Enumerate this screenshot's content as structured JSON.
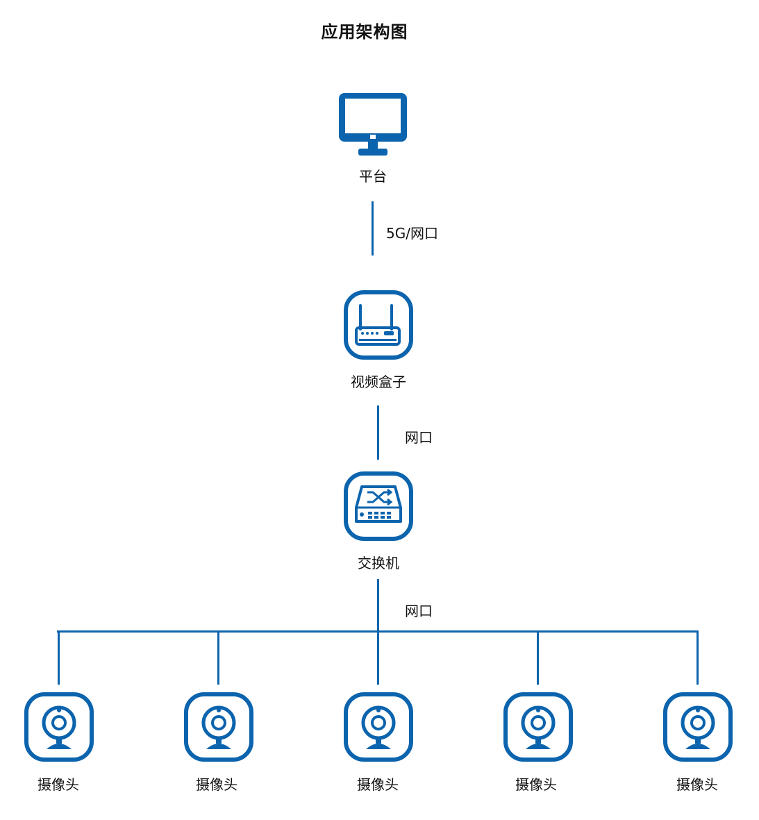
{
  "title": "应用架构图",
  "colors": {
    "primary": "#0b64ad"
  },
  "nodes": {
    "platform": {
      "label": "平台",
      "icon": "monitor-icon"
    },
    "video_box": {
      "label": "视频盒子",
      "icon": "router-icon"
    },
    "switch": {
      "label": "交换机",
      "icon": "network-switch-icon"
    },
    "cameras": [
      {
        "label": "摄像头",
        "icon": "webcam-icon"
      },
      {
        "label": "摄像头",
        "icon": "webcam-icon"
      },
      {
        "label": "摄像头",
        "icon": "webcam-icon"
      },
      {
        "label": "摄像头",
        "icon": "webcam-icon"
      },
      {
        "label": "摄像头",
        "icon": "webcam-icon"
      }
    ]
  },
  "connections": {
    "platform_to_box": "5G/网口",
    "box_to_switch": "网口",
    "switch_to_cameras": "网口"
  }
}
